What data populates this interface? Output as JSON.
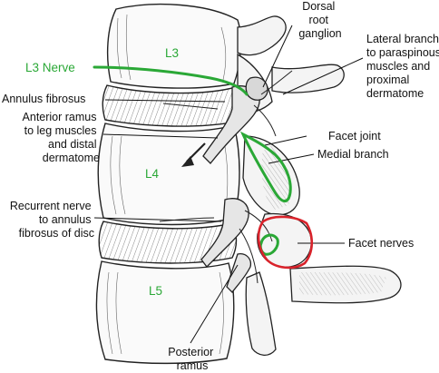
{
  "labels": {
    "dorsal_root_ganglion": [
      "Dorsal",
      "root",
      "ganglion"
    ],
    "lateral_branch": [
      "Lateral branch",
      "to paraspinous",
      "muscles and",
      "proximal",
      "dermatome"
    ],
    "facet_joint": "Facet joint",
    "medial_branch": "Medial branch",
    "facet_nerves": "Facet nerves",
    "annulus_fibrosus": "Annulus fibrosus",
    "anterior_ramus": [
      "Anterior ramus",
      "to leg muscles",
      "and distal",
      "dermatome"
    ],
    "recurrent_nerve": [
      "Recurrent nerve",
      "to annulus",
      "fibrosus of disc"
    ],
    "posterior_ramus": [
      "Posterior",
      "ramus"
    ],
    "l3_nerve": "L3 Nerve",
    "l3": "L3",
    "l4": "L4",
    "l5": "L5"
  },
  "colors": {
    "highlight_green": "#2aa836",
    "highlight_red": "#d9232b",
    "ink": "#111111"
  }
}
